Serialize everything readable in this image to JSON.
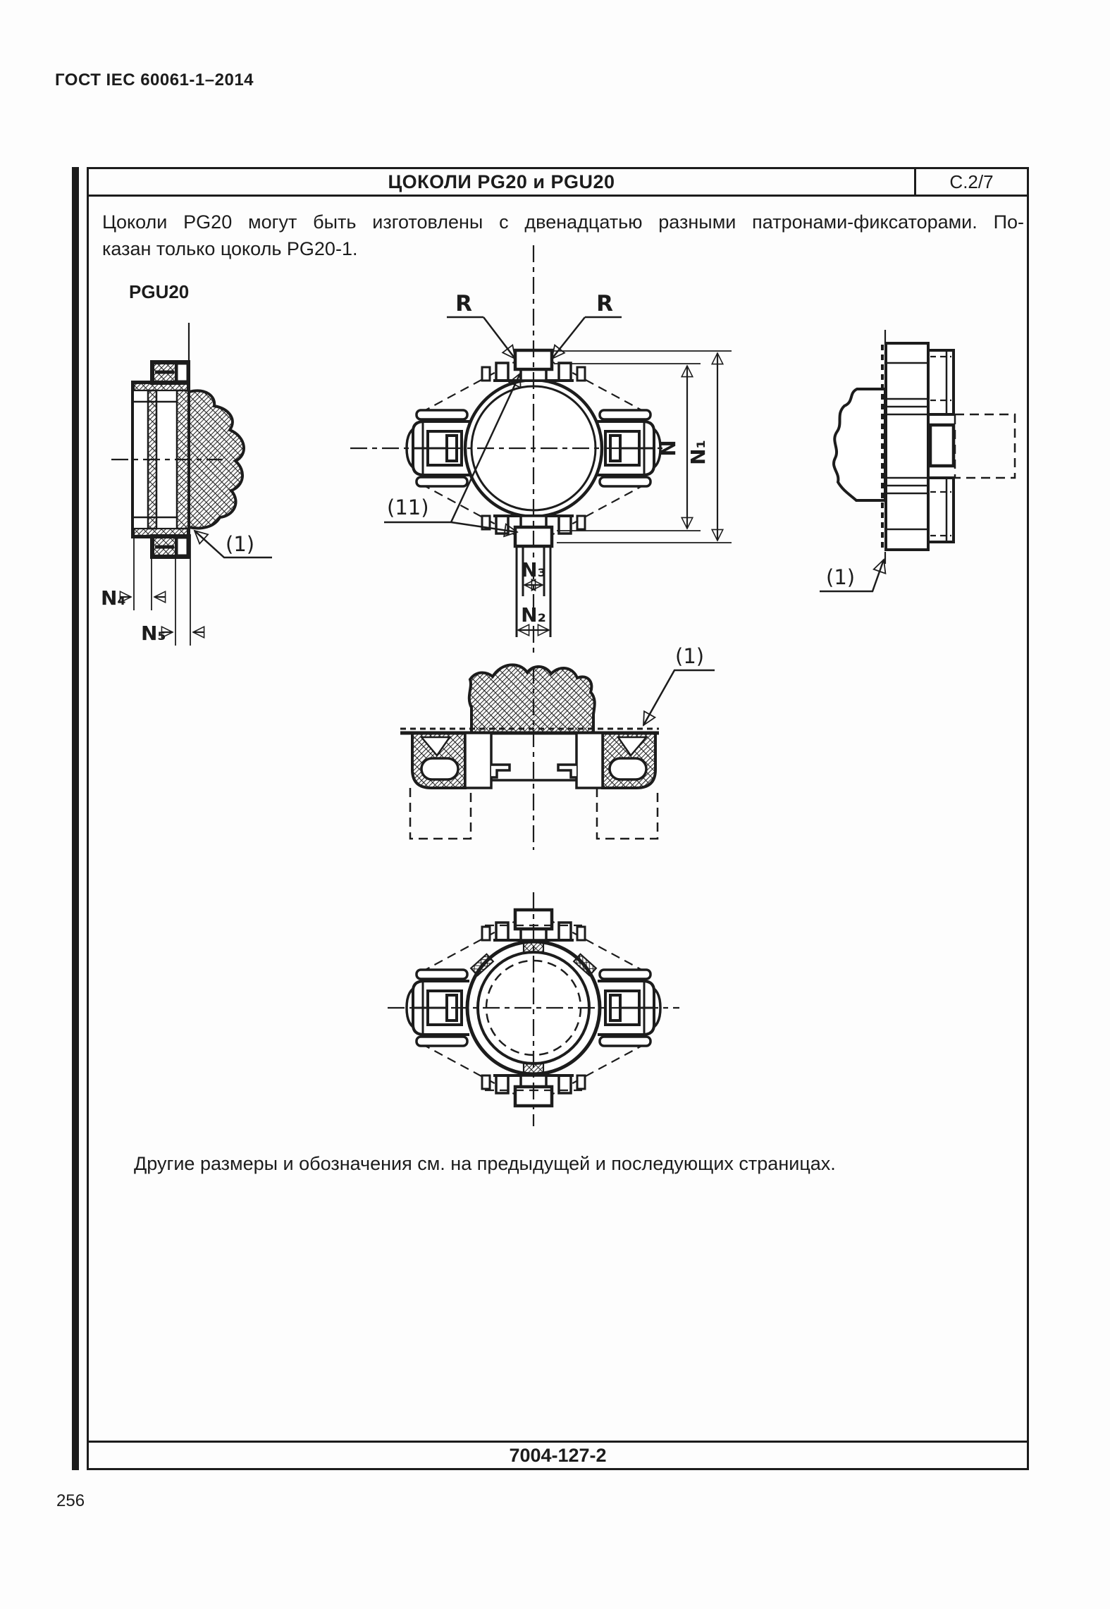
{
  "page": {
    "standard_header": "ГОСТ IEC 60061-1–2014",
    "page_number": "256"
  },
  "sheet": {
    "title": "ЦОКОЛИ PG20 и PGU20",
    "sheet_no": "С.2/7",
    "drawing_code": "7004-127-2",
    "intro_line1": "Цоколи PG20 могут быть изготовлены с двенадцатью разными патронами-фиксаторами. По-",
    "intro_line2": "казан только цоколь PG20-1.",
    "variant_label": "PGU20",
    "note": "Другие размеры и обозначения см. на предыдущей и последующих страницах."
  },
  "labels": {
    "radius": "R",
    "ref_1": "(1)",
    "ref_11": "(11)",
    "dim_n": "N",
    "dim_n1": "N₁",
    "dim_n2": "N₂",
    "dim_n3": "N₃",
    "dim_n4": "N₄",
    "dim_n5": "N₅"
  }
}
